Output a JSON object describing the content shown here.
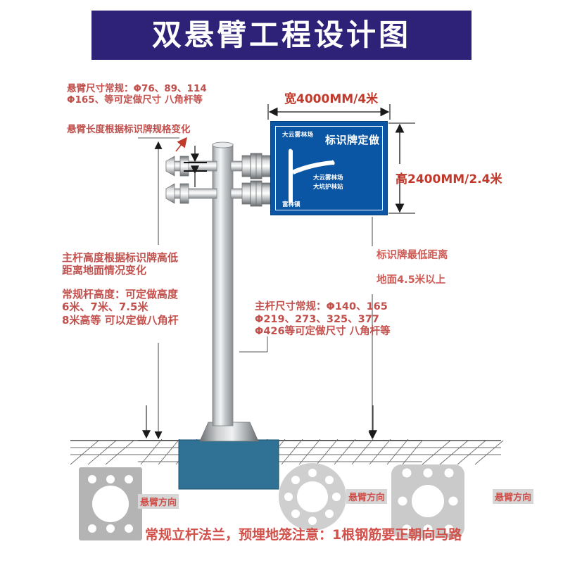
{
  "banner": {
    "title": "双悬臂工程设计图",
    "bg_color": "#2e2278",
    "text_color": "#ffffff"
  },
  "colors": {
    "annotation_red": "#c1504d",
    "dimension_red": "#c0392b",
    "sign_blue": "#0b56a4",
    "foundation_blue": "#2f7296",
    "pole_gray": "#b9bcbe",
    "flange_gray": "#b4b4b4",
    "banner_purple": "#2e2278"
  },
  "annotations": {
    "arm_size": "悬臂尺寸常规：Φ76、89、114\nΦ165、等可定做尺寸 八角杆等",
    "arm_length": "悬臂长度根据标识牌规格变化",
    "pole_height_note": "主杆高度根据标识牌高低\n距离地面情况变化",
    "pole_height_spec": "常规杆高度：可定做高度\n6米、7米、7.5米\n8米高等 可以定做八角杆",
    "pole_size": "主杆尺寸常规：Φ140、165\nΦ219、273、325、377\nΦ426等可定做尺寸 八角杆等",
    "clearance_line1": "标识牌最低距离",
    "clearance_line2": "地面4.5米以上"
  },
  "dimensions": {
    "width_label": "宽4000MM/4米",
    "height_label": "高2400MM/2.4米",
    "width_mm": 4000,
    "width_m": 4,
    "height_mm": 2400,
    "height_m": 2.4
  },
  "sign": {
    "top_left_text": "大云雾林场",
    "headline_text": "标识牌定做",
    "branch_line1": "大云雾林场",
    "branch_line2": "大坑护林站",
    "bottom_left_text": "富林镇"
  },
  "flanges": [
    {
      "name": "rect-flange",
      "direction_label": "悬臂方向",
      "shape": "rectangle",
      "bolt_holes": 6
    },
    {
      "name": "round-flange",
      "direction_label": "悬臂方向",
      "shape": "circle",
      "bolt_holes": 8
    },
    {
      "name": "rounded-square-flange",
      "direction_label": "悬臂方向",
      "shape": "rounded-square",
      "bolt_holes": 8
    }
  ],
  "caption": "常规立杆法兰，预埋地笼注意：1根钢筋要正朝向马路"
}
